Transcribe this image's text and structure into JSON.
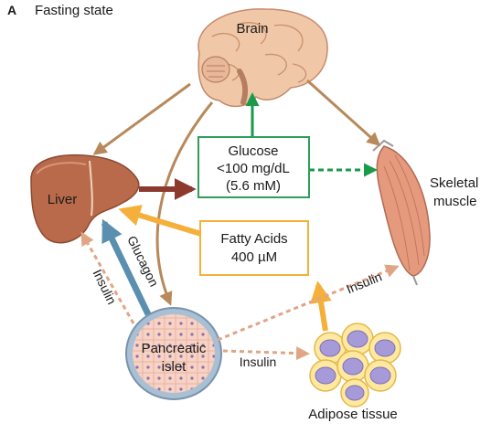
{
  "panel": {
    "letter": "A",
    "title": "Fasting state"
  },
  "nodes": {
    "brain": "Brain",
    "liver": "Liver",
    "skeletal_muscle": [
      "Skeletal",
      "muscle"
    ],
    "pancreatic_islet": [
      "Pancreatic",
      "islet"
    ],
    "adipose_tissue": "Adipose tissue"
  },
  "boxes": {
    "glucose": [
      "Glucose",
      "<100 mg/dL",
      "(5.6 mM)"
    ],
    "fatty_acids": [
      "Fatty Acids",
      "400 µM"
    ]
  },
  "arrow_labels": {
    "glucagon": "Glucagon",
    "insulin_liver": "Insulin",
    "insulin_muscle": "Insulin",
    "insulin_adipose": "Insulin"
  },
  "colors": {
    "brown_arrow": "#b8895a",
    "dark_red_arrow": "#8c3a2e",
    "green": "#1a9a4a",
    "orange": "#f4b03a",
    "glucagon_blue": "#5a8fb0",
    "insulin_dashed": "#e0a585",
    "glucose_box_border": "#2f9e5a",
    "fatty_box_border": "#f2b23a"
  }
}
